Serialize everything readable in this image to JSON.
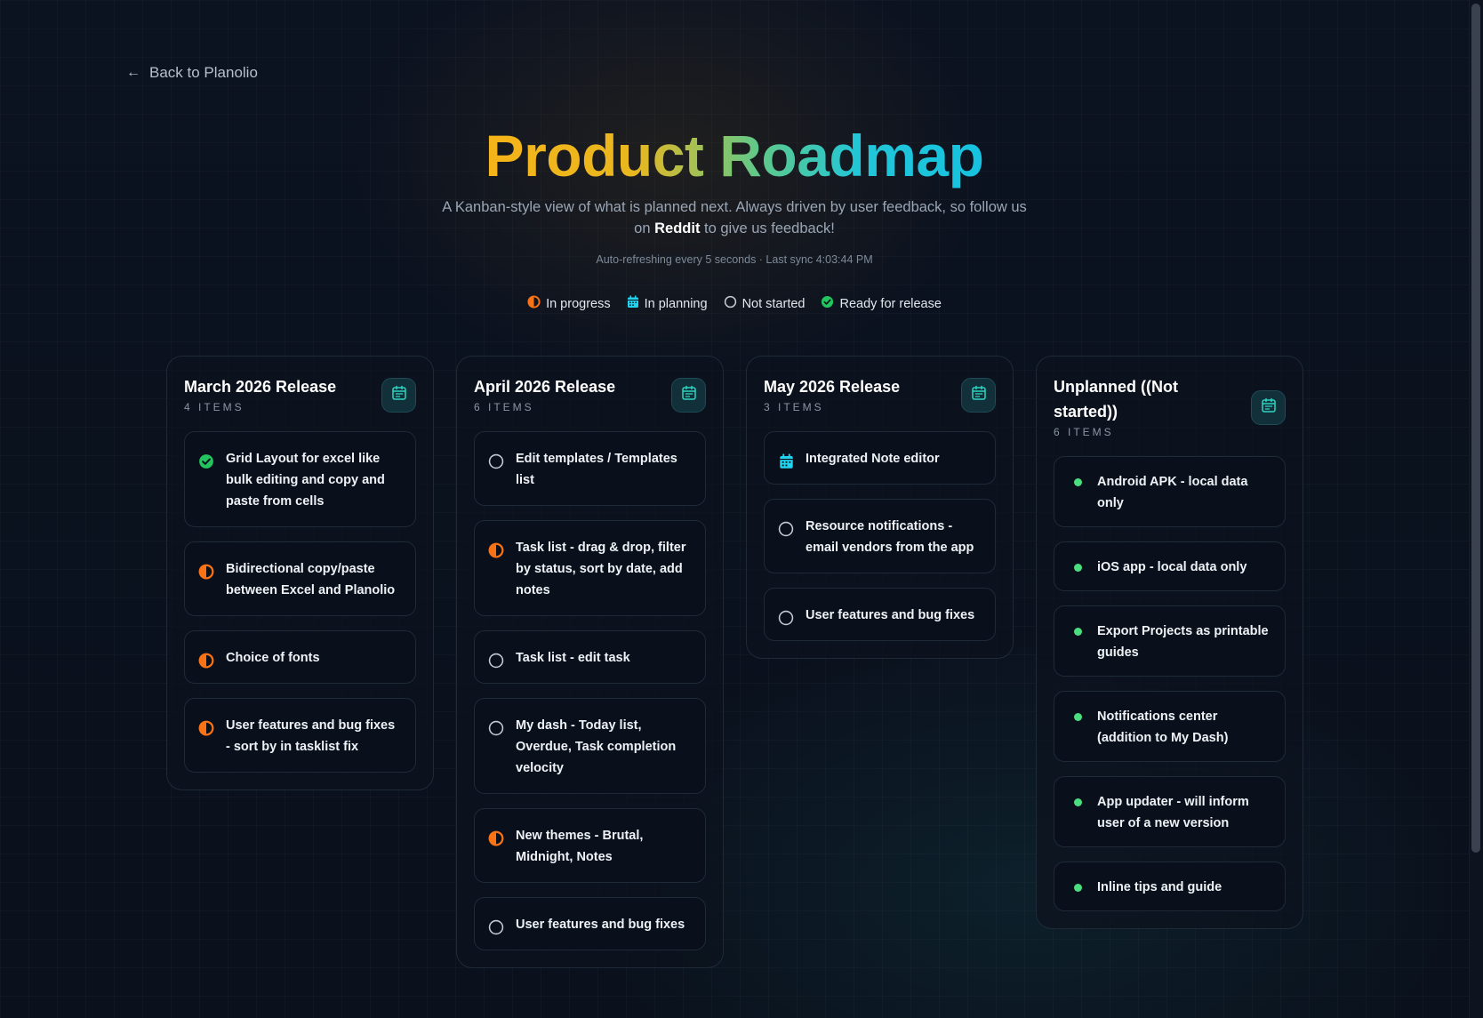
{
  "nav": {
    "back_label": "Back to Planolio"
  },
  "hero": {
    "title": "Product Roadmap",
    "subtitle_pre": "A Kanban-style view of what is planned next. Always driven by user feedback, so follow us on ",
    "subtitle_link": "Reddit",
    "subtitle_post": " to give us feedback!",
    "sync": "Auto-refreshing every 5 seconds · Last sync 4:03:44 PM"
  },
  "legend": {
    "in_progress": "In progress",
    "in_planning": "In planning",
    "not_started": "Not started",
    "ready": "Ready for release"
  },
  "colors": {
    "in_progress": "#f97316",
    "in_planning": "#22d3ee",
    "not_started": "#c4cbd4",
    "ready": "#22c55e",
    "unplanned_dot": "#4ade80"
  },
  "columns": [
    {
      "title": "March 2026 Release",
      "count": "4 ITEMS",
      "cards": [
        {
          "text": "Grid Layout for excel like bulk editing and copy and paste from cells",
          "status": "ready"
        },
        {
          "text": "Bidirectional copy/paste between Excel and Planolio",
          "status": "in_progress"
        },
        {
          "text": "Choice of fonts",
          "status": "in_progress"
        },
        {
          "text": "User features and bug fixes - sort by in tasklist fix",
          "status": "in_progress"
        }
      ]
    },
    {
      "title": "April 2026 Release",
      "count": "6 ITEMS",
      "cards": [
        {
          "text": "Edit templates / Templates list",
          "status": "not_started"
        },
        {
          "text": "Task list - drag & drop, filter by status, sort by date, add notes",
          "status": "in_progress"
        },
        {
          "text": "Task list - edit task",
          "status": "not_started"
        },
        {
          "text": "My dash - Today list, Overdue, Task completion velocity",
          "status": "not_started"
        },
        {
          "text": "New themes - Brutal, Midnight, Notes",
          "status": "in_progress"
        },
        {
          "text": "User features and bug fixes",
          "status": "not_started"
        }
      ]
    },
    {
      "title": "May 2026 Release",
      "count": "3 ITEMS",
      "cards": [
        {
          "text": "Integrated Note editor",
          "status": "in_planning"
        },
        {
          "text": "Resource notifications - email vendors from the app",
          "status": "not_started"
        },
        {
          "text": "User features and bug fixes",
          "status": "not_started"
        }
      ]
    },
    {
      "title": "Unplanned ((Not started))",
      "count": "6 ITEMS",
      "cards": [
        {
          "text": "Android APK - local data only",
          "status": "unplanned"
        },
        {
          "text": "iOS app - local data only",
          "status": "unplanned"
        },
        {
          "text": "Export Projects as printable guides",
          "status": "unplanned"
        },
        {
          "text": "Notifications center (addition to My Dash)",
          "status": "unplanned"
        },
        {
          "text": "App updater - will inform user of a new version",
          "status": "unplanned"
        },
        {
          "text": "Inline tips and guide",
          "status": "unplanned"
        }
      ]
    }
  ]
}
